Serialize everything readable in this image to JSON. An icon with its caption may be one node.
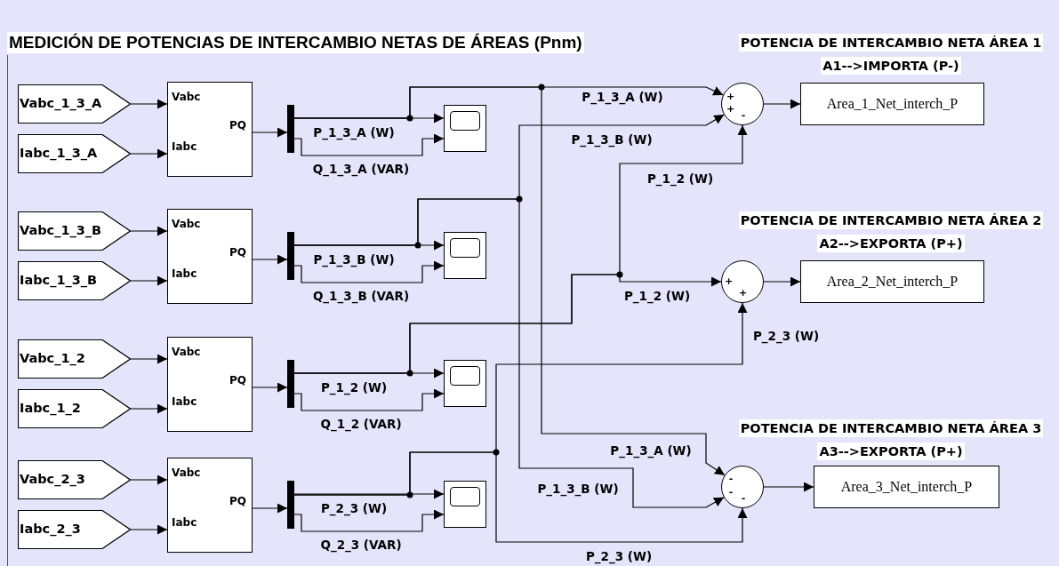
{
  "diagram": {
    "title": "MEDICIÓN DE POTENCIAS DE INTERCAMBIO NETAS DE ÁREAS (Pnm)",
    "nodes": [
      {
        "text": [
          "Vabc_1_3_A"
        ]
      },
      {
        "text": [
          "Iabc_1_3_A"
        ]
      },
      {
        "text": [
          "Vabc",
          "Iabc",
          "PQ"
        ]
      },
      {
        "text": [],
        "shape": "bar"
      },
      {
        "text": [],
        "shape": "box"
      },
      {
        "text": [
          "Vabc_1_3_B"
        ]
      },
      {
        "text": [
          "Iabc_1_3_B"
        ]
      },
      {
        "text": [
          "Vabc",
          "Iabc",
          "PQ"
        ]
      },
      {
        "text": [],
        "shape": "bar"
      },
      {
        "text": [],
        "shape": "box"
      },
      {
        "text": [
          "Vabc_1_2"
        ]
      },
      {
        "text": [
          "Iabc_1_2"
        ]
      },
      {
        "text": [
          "Vabc",
          "Iabc",
          "PQ"
        ]
      },
      {
        "text": [],
        "shape": "bar"
      },
      {
        "text": [],
        "shape": "box"
      },
      {
        "text": [
          "Vabc_2_3"
        ]
      },
      {
        "text": [
          "Iabc_2_3"
        ]
      },
      {
        "text": [
          "Vabc",
          "Iabc",
          "PQ"
        ]
      },
      {
        "text": [],
        "shape": "bar"
      },
      {
        "text": [],
        "shape": "box"
      },
      {
        "text": [
          "+",
          "+",
          "-"
        ]
      },
      {
        "text": [
          "Area_1_Net_interch_P"
        ],
        "beside": [
          "POTENCIA DE INTERCAMBIO NETA ÁREA 1",
          "A1-->IMPORTA (P-)"
        ]
      },
      {
        "text": [
          "+",
          "+"
        ]
      },
      {
        "text": [
          "Area_2_Net_interch_P"
        ],
        "beside": [
          "POTENCIA DE INTERCAMBIO NETA ÁREA 2",
          "A2-->EXPORTA (P+)"
        ]
      },
      {
        "text": [
          "-",
          "-",
          "-"
        ]
      },
      {
        "text": [
          "Area_3_Net_interch_P"
        ],
        "beside": [
          "POTENCIA DE INTERCAMBIO NETA ÁREA 3",
          "A3-->EXPORTA (P+)"
        ]
      }
    ],
    "edges": [
      {
        "from": 0,
        "to": 2,
        "arrow": "to"
      },
      {
        "from": 1,
        "to": 2,
        "arrow": "to"
      },
      {
        "from": 2,
        "to": 3,
        "arrow": "to"
      },
      {
        "from": 3,
        "to": 4,
        "arrow": "to",
        "label": "P_1_3_A (W)"
      },
      {
        "from": 3,
        "to": 4,
        "arrow": "to",
        "label": "Q_1_3_A (VAR)"
      },
      {
        "from": 5,
        "to": 7,
        "arrow": "to"
      },
      {
        "from": 6,
        "to": 7,
        "arrow": "to"
      },
      {
        "from": 7,
        "to": 8,
        "arrow": "to"
      },
      {
        "from": 8,
        "to": 9,
        "arrow": "to",
        "label": "P_1_3_B (W)"
      },
      {
        "from": 8,
        "to": 9,
        "arrow": "to",
        "label": "Q_1_3_B (VAR)"
      },
      {
        "from": 10,
        "to": 12,
        "arrow": "to"
      },
      {
        "from": 11,
        "to": 12,
        "arrow": "to"
      },
      {
        "from": 12,
        "to": 13,
        "arrow": "to"
      },
      {
        "from": 13,
        "to": 14,
        "arrow": "to",
        "label": "P_1_2 (W)"
      },
      {
        "from": 13,
        "to": 14,
        "arrow": "to",
        "label": "Q_1_2 (VAR)"
      },
      {
        "from": 15,
        "to": 17,
        "arrow": "to"
      },
      {
        "from": 16,
        "to": 17,
        "arrow": "to"
      },
      {
        "from": 17,
        "to": 18,
        "arrow": "to"
      },
      {
        "from": 18,
        "to": 19,
        "arrow": "to",
        "label": "P_2_3 (W)"
      },
      {
        "from": 18,
        "to": 19,
        "arrow": "to",
        "label": "Q_2_3 (VAR)"
      },
      {
        "from": 3,
        "to": 20,
        "arrow": "to",
        "label": "P_1_3_A (W)"
      },
      {
        "from": 8,
        "to": 20,
        "arrow": "to",
        "label": "P_1_3_B (W)"
      },
      {
        "from": 13,
        "to": 20,
        "arrow": "to",
        "label": "P_1_2 (W)"
      },
      {
        "from": 13,
        "to": 22,
        "arrow": "to",
        "label": "P_1_2 (W)"
      },
      {
        "from": 18,
        "to": 22,
        "arrow": "to",
        "label": "P_2_3 (W)"
      },
      {
        "from": 3,
        "to": 24,
        "arrow": "to",
        "label": "P_1_3_A (W)"
      },
      {
        "from": 8,
        "to": 24,
        "arrow": "to",
        "label": "P_1_3_B (W)"
      },
      {
        "from": 18,
        "to": 24,
        "arrow": "to",
        "label": "P_2_3 (W)"
      },
      {
        "from": 20,
        "to": 21,
        "arrow": "to"
      },
      {
        "from": 22,
        "to": 23,
        "arrow": "to"
      },
      {
        "from": 24,
        "to": 25,
        "arrow": "to"
      }
    ]
  }
}
